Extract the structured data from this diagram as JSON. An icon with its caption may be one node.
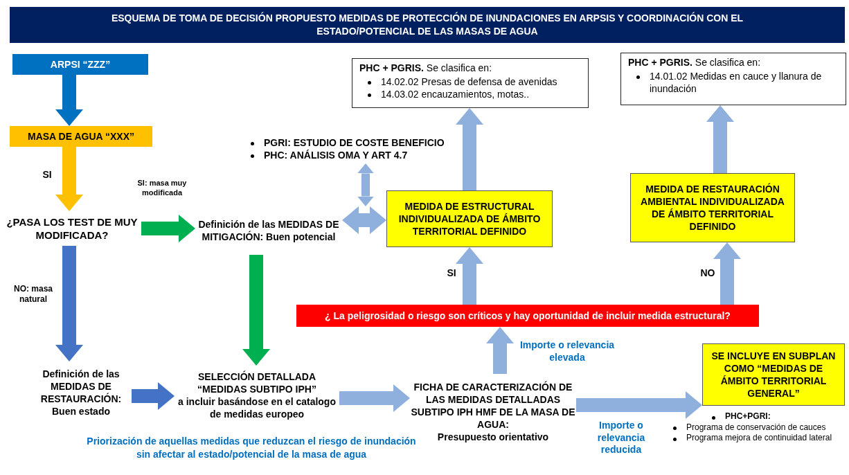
{
  "diagram": {
    "title": "ESQUEMA DE TOMA DE DECISIÓN PROPUESTO MEDIDAS DE PROTECCIÓN DE INUNDACIONES EN ARPSIS Y COORDINACIÓN CON EL ESTADO/POTENCIAL DE LAS MASAS DE AGUA",
    "nodes": [
      {
        "text": [
          "ARPSI “ZZZ”"
        ]
      },
      {
        "text": [
          "MASA DE AGUA “XXX”"
        ]
      },
      {
        "text": [
          "¿PASA LOS TEST DE MUY MODIFICADA?"
        ]
      },
      {
        "text": [
          "Definición de las MEDIDAS DE MITIGACIÓN: Buen potencial"
        ]
      },
      {
        "text": [
          "PGRI: ESTUDIO DE COSTE BENEFICIO",
          "PHC: ANÁLISIS OMA Y ART 4.7"
        ]
      },
      {
        "text": [
          "**PHC + PGRIS.** Se clasifica en:",
          "14.02.02 Presas de defensa de avenidas",
          "14.03.02 encauzamientos, motas.."
        ]
      },
      {
        "text": [
          "**PHC + PGRIS.** Se clasifica en:",
          "14.01.02 Medidas en cauce y llanura de inundación"
        ]
      },
      {
        "text": [
          "MEDIDA DE ESTRUCTURAL INDIVIDUALIZADA DE ÁMBITO TERRITORIAL DEFINIDO"
        ]
      },
      {
        "text": [
          "MEDIDA DE RESTAURACIÓN AMBIENTAL INDIVIDUALIZADA DE ÁMBITO TERRITORIAL DEFINIDO"
        ]
      },
      {
        "text": [
          "¿ La peligrosidad o riesgo son críticos y hay oportunidad de incluir medida estructural?"
        ]
      },
      {
        "text": [
          "Definición de las MEDIDAS DE RESTAURACIÓN: Buen estado"
        ]
      },
      {
        "text": [
          "SELECCIÓN DETALLADA “MEDIDAS SUBTIPO IPH”",
          "a incluir basándose en el catalogo de medidas europeo"
        ]
      },
      {
        "text": [
          "FICHA DE CARACTERIZACIÓN DE LAS MEDIDAS DETALLADAS SUBTIPO IPH HMF DE LA MASA DE AGUA:",
          "Presupuesto orientativo"
        ]
      },
      {
        "text": [
          "SE INCLUYE EN SUBPLAN COMO “MEDIDAS  DE ÁMBITO TERRITORIAL GENERAL”"
        ],
        "beside": [
          "PHC+PGRI:",
          "Programa de conservación de cauces",
          "Programa mejora de continuidad lateral"
        ]
      }
    ],
    "edges": [
      {
        "from": 0,
        "to": 1,
        "arrow": "to",
        "color": "#0070c0"
      },
      {
        "from": 1,
        "to": 2,
        "arrow": "to",
        "label": "SI",
        "color": "#ffc000"
      },
      {
        "from": 2,
        "to": 3,
        "arrow": "to",
        "label": "SI: masa muy modificada",
        "color": "#00b050"
      },
      {
        "from": 2,
        "to": 10,
        "arrow": "to",
        "label": "NO: masa natural",
        "color": "#4472c4"
      },
      {
        "from": 3,
        "to": 11,
        "arrow": "to",
        "color": "#00b050"
      },
      {
        "from": 3,
        "to": 7,
        "arrow": "both"
      },
      {
        "from": 4,
        "to": 3,
        "arrow": "both"
      },
      {
        "from": 10,
        "to": 11,
        "arrow": "to",
        "color": "#4472c4"
      },
      {
        "from": 11,
        "to": 12,
        "arrow": "to"
      },
      {
        "from": 12,
        "to": 9,
        "arrow": "to",
        "label": "Importe o relevancia elevada"
      },
      {
        "from": 12,
        "to": 13,
        "arrow": "to",
        "label": "Importe o relevancia reducida"
      },
      {
        "from": 9,
        "to": 7,
        "arrow": "to",
        "label": "SI"
      },
      {
        "from": 9,
        "to": 8,
        "arrow": "to",
        "label": "NO"
      },
      {
        "from": 7,
        "to": 5,
        "arrow": "to"
      },
      {
        "from": 8,
        "to": 6,
        "arrow": "to"
      }
    ],
    "labels": [
      "Priorización de aquellas medidas que reduzcan el riesgo de inundación sin afectar al estado/potencial de la masa de agua"
    ]
  }
}
